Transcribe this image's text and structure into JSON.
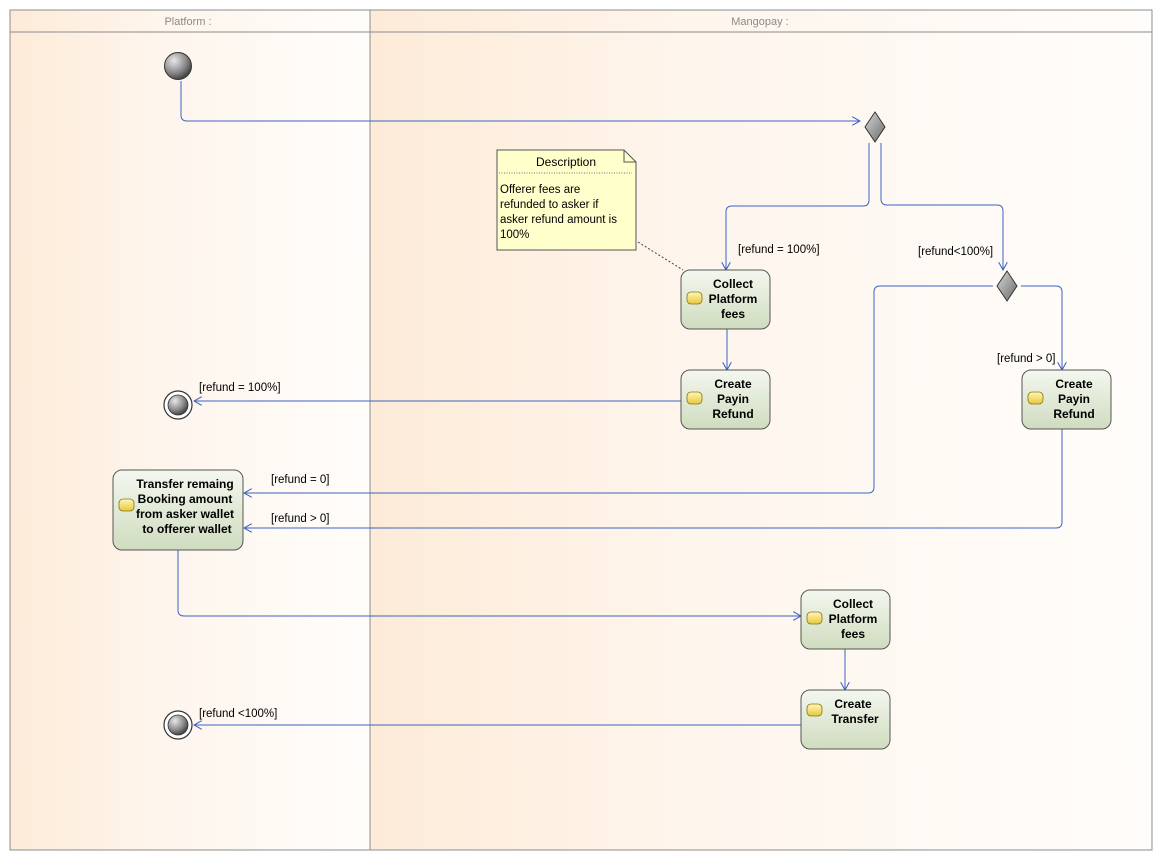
{
  "lanes": {
    "platform": "Platform :",
    "mangopay": "Mangopay :"
  },
  "note": {
    "title": "Description",
    "lines": [
      "Offerer fees  are",
      "refunded to asker if",
      "asker refund amount is",
      "100%"
    ]
  },
  "activities": {
    "collect_fees_1": [
      "Collect",
      "Platform",
      "fees"
    ],
    "payin_refund_1": [
      "Create",
      "Payin",
      "Refund"
    ],
    "payin_refund_2": [
      "Create",
      "Payin",
      "Refund"
    ],
    "transfer_remaining": [
      "Transfer remaing",
      "Booking amount",
      "from asker wallet",
      "to offerer wallet"
    ],
    "collect_fees_2": [
      "Collect",
      "Platform",
      "fees"
    ],
    "create_transfer": [
      "Create",
      "Transfer"
    ]
  },
  "guards": {
    "refund_100_a": "[refund = 100%]",
    "refund_lt_100_a": "[refund<100%]",
    "refund_gt_0_a": "[refund > 0]",
    "refund_100_b": "[refund = 100%]",
    "refund_eq_0": "[refund = 0]",
    "refund_gt_0_b": "[refund > 0]",
    "refund_lt_100_b": "[refund <100%]"
  },
  "colors": {
    "edge": "#3d63c4",
    "activity_fill": "#dfe8d3",
    "note_fill": "#ffffcc",
    "lane_fill": "#fef2e6"
  }
}
